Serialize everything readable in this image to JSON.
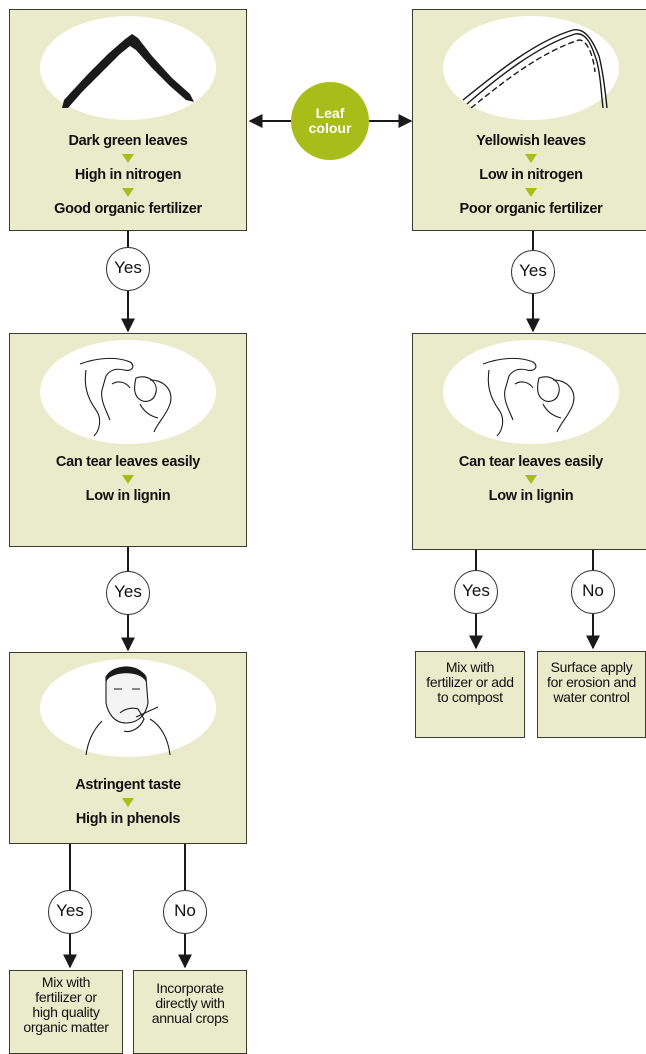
{
  "center": {
    "line1": "Leaf",
    "line2": "colour"
  },
  "left_top": {
    "l1": "Dark green leaves",
    "l2": "High in nitrogen",
    "l3": "Good organic fertilizer"
  },
  "right_top": {
    "l1": "Yellowish leaves",
    "l2": "Low in nitrogen",
    "l3": "Poor organic fertilizer"
  },
  "left_mid": {
    "l1": "Can tear leaves easily",
    "l2": "Low in lignin"
  },
  "right_mid": {
    "l1": "Can tear leaves easily",
    "l2": "Low in lignin"
  },
  "left_bottom": {
    "l1": "Astringent taste",
    "l2": "High in phenols"
  },
  "decisions": {
    "yes": "Yes",
    "no": "No"
  },
  "outcomes": {
    "right_yes": "Mix with\nfertilizer or add\nto compost",
    "right_no": "Surface apply\nfor erosion and\nwater control",
    "left_yes": "Mix with\nfertilizer or\nhigh quality\norganic matter",
    "left_no": "Incorporate\ndirectly with\nannual crops"
  },
  "colors": {
    "box": "#eaebcb",
    "accent": "#a9bd1a",
    "border": "#3b3b32"
  }
}
